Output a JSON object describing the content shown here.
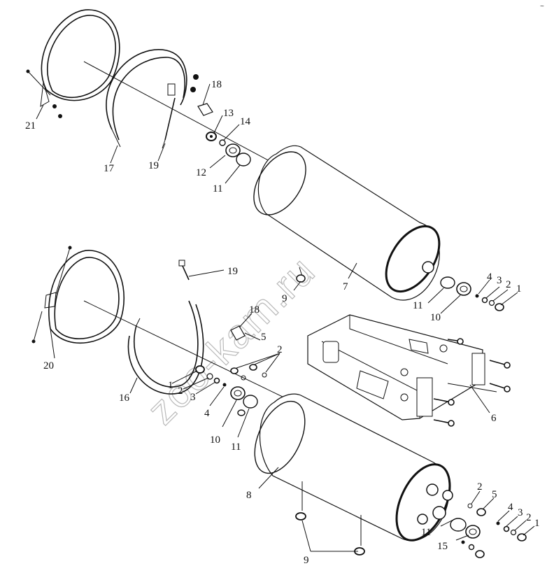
{
  "watermark": "zoo-kam.ru",
  "corner_mark": "~",
  "upper_assembly": {
    "labels": {
      "l21": "21",
      "l17": "17",
      "l19": "19",
      "l18": "18",
      "l13": "13",
      "l14": "14",
      "l12": "12",
      "l11": "11",
      "l7": "7",
      "l9": "9",
      "l11b": "11",
      "l10": "10",
      "l4": "4",
      "l3": "3",
      "l2": "2",
      "l1": "1"
    }
  },
  "lower_assembly": {
    "labels": {
      "l19": "19",
      "l18": "18",
      "l5": "5",
      "l2": "2",
      "l20": "20",
      "l16": "16",
      "l1": "1",
      "l2b": "2",
      "l3": "3",
      "l4": "4",
      "l10": "10",
      "l11": "11",
      "l6": "6",
      "l8": "8",
      "l9": "9",
      "l2c": "2",
      "l5b": "5",
      "l4b": "4",
      "l3b": "3",
      "l2d": "2",
      "l1b": "1",
      "l11b": "11",
      "l15": "15"
    }
  }
}
